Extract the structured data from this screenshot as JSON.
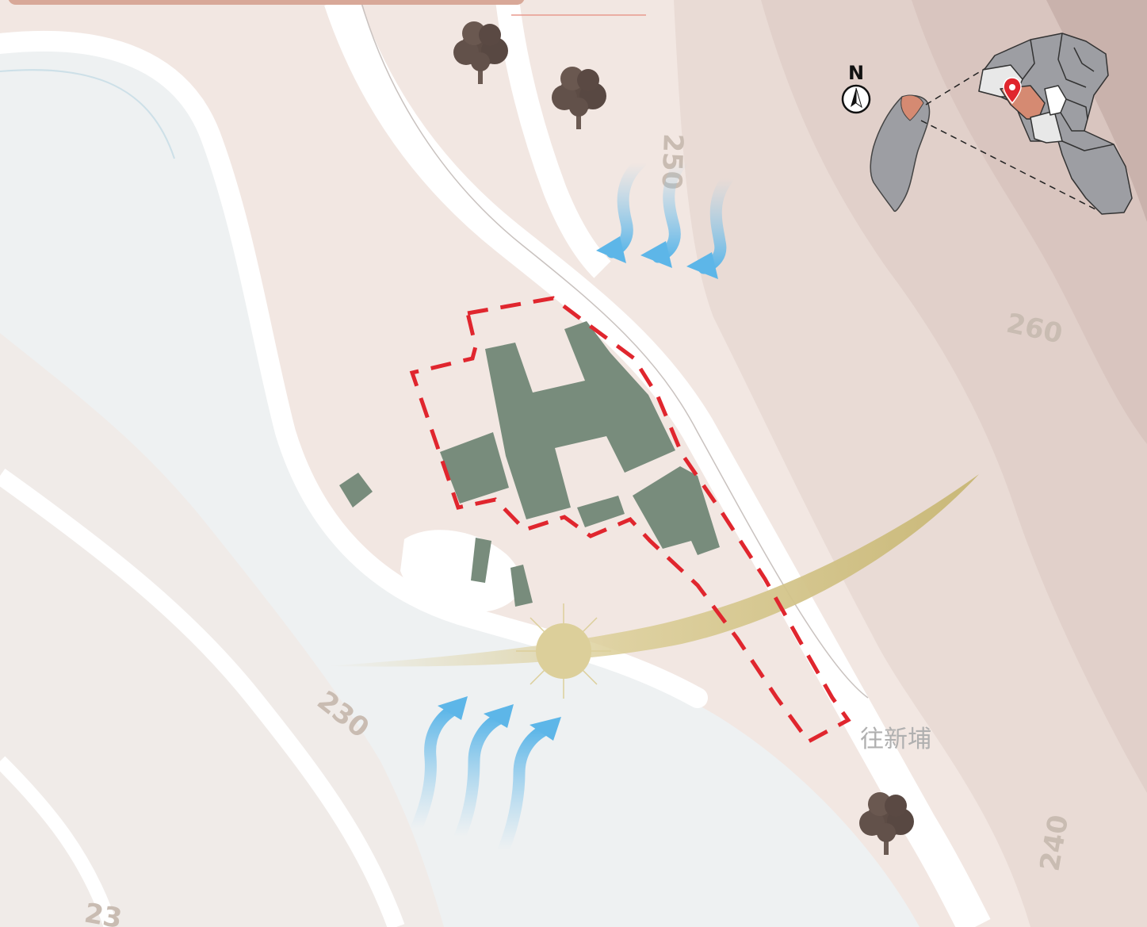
{
  "map": {
    "north_label": "N",
    "destination_label": "往新埔",
    "contour_labels": [
      {
        "id": "c250",
        "text": "250"
      },
      {
        "id": "c260",
        "text": "260"
      },
      {
        "id": "c230",
        "text": "230"
      },
      {
        "id": "c240",
        "text": "240"
      },
      {
        "id": "c23x",
        "text": "23"
      }
    ],
    "icons": {
      "sun": "sun-icon",
      "wind": "wind-arrow-icon",
      "tree": "tree-icon",
      "compass": "north-arrow-icon",
      "pin": "location-pin-icon"
    },
    "colors": {
      "site_boundary": "#e0262e",
      "building": "#788c7c",
      "sun": "#dccf9a",
      "wind": "#6cbbe6",
      "highlight_region": "#d58a72",
      "region_fill": "#9d9ea3",
      "pin": "#e0262e"
    }
  }
}
